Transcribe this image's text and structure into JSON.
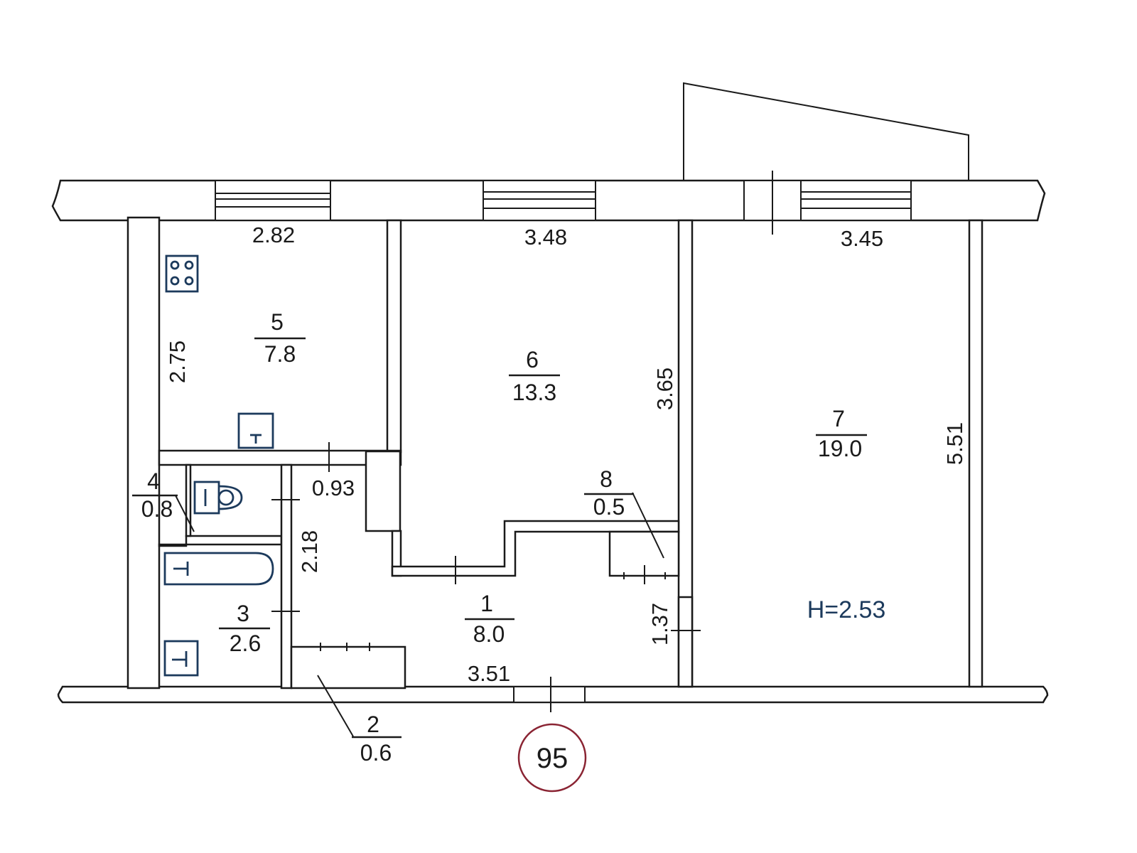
{
  "rooms": [
    {
      "id": "1",
      "number": "1",
      "area": "8.0"
    },
    {
      "id": "2",
      "number": "2",
      "area": "0.6"
    },
    {
      "id": "3",
      "number": "3",
      "area": "2.6"
    },
    {
      "id": "4",
      "number": "4",
      "area": "0.8"
    },
    {
      "id": "5",
      "number": "5",
      "area": "7.8"
    },
    {
      "id": "6",
      "number": "6",
      "area": "13.3"
    },
    {
      "id": "7",
      "number": "7",
      "area": "19.0"
    },
    {
      "id": "8",
      "number": "8",
      "area": "0.5"
    }
  ],
  "dimensions": {
    "kitchen_width": "2.82",
    "kitchen_depth": "2.75",
    "room6_width": "3.48",
    "room6_depth": "3.65",
    "room7_width": "3.45",
    "room7_depth": "5.51",
    "toilet_width": "0.93",
    "bath_depth": "2.18",
    "hall_width": "3.51",
    "hall_depth": "1.37"
  },
  "ceiling_height": "H=2.53",
  "stamp": "95",
  "colors": {
    "fixtures": "#1c3a5c",
    "ceiling_label": "#1c3a5c",
    "stamp_ring": "#8a2433",
    "lines": "#1a1a1a"
  }
}
